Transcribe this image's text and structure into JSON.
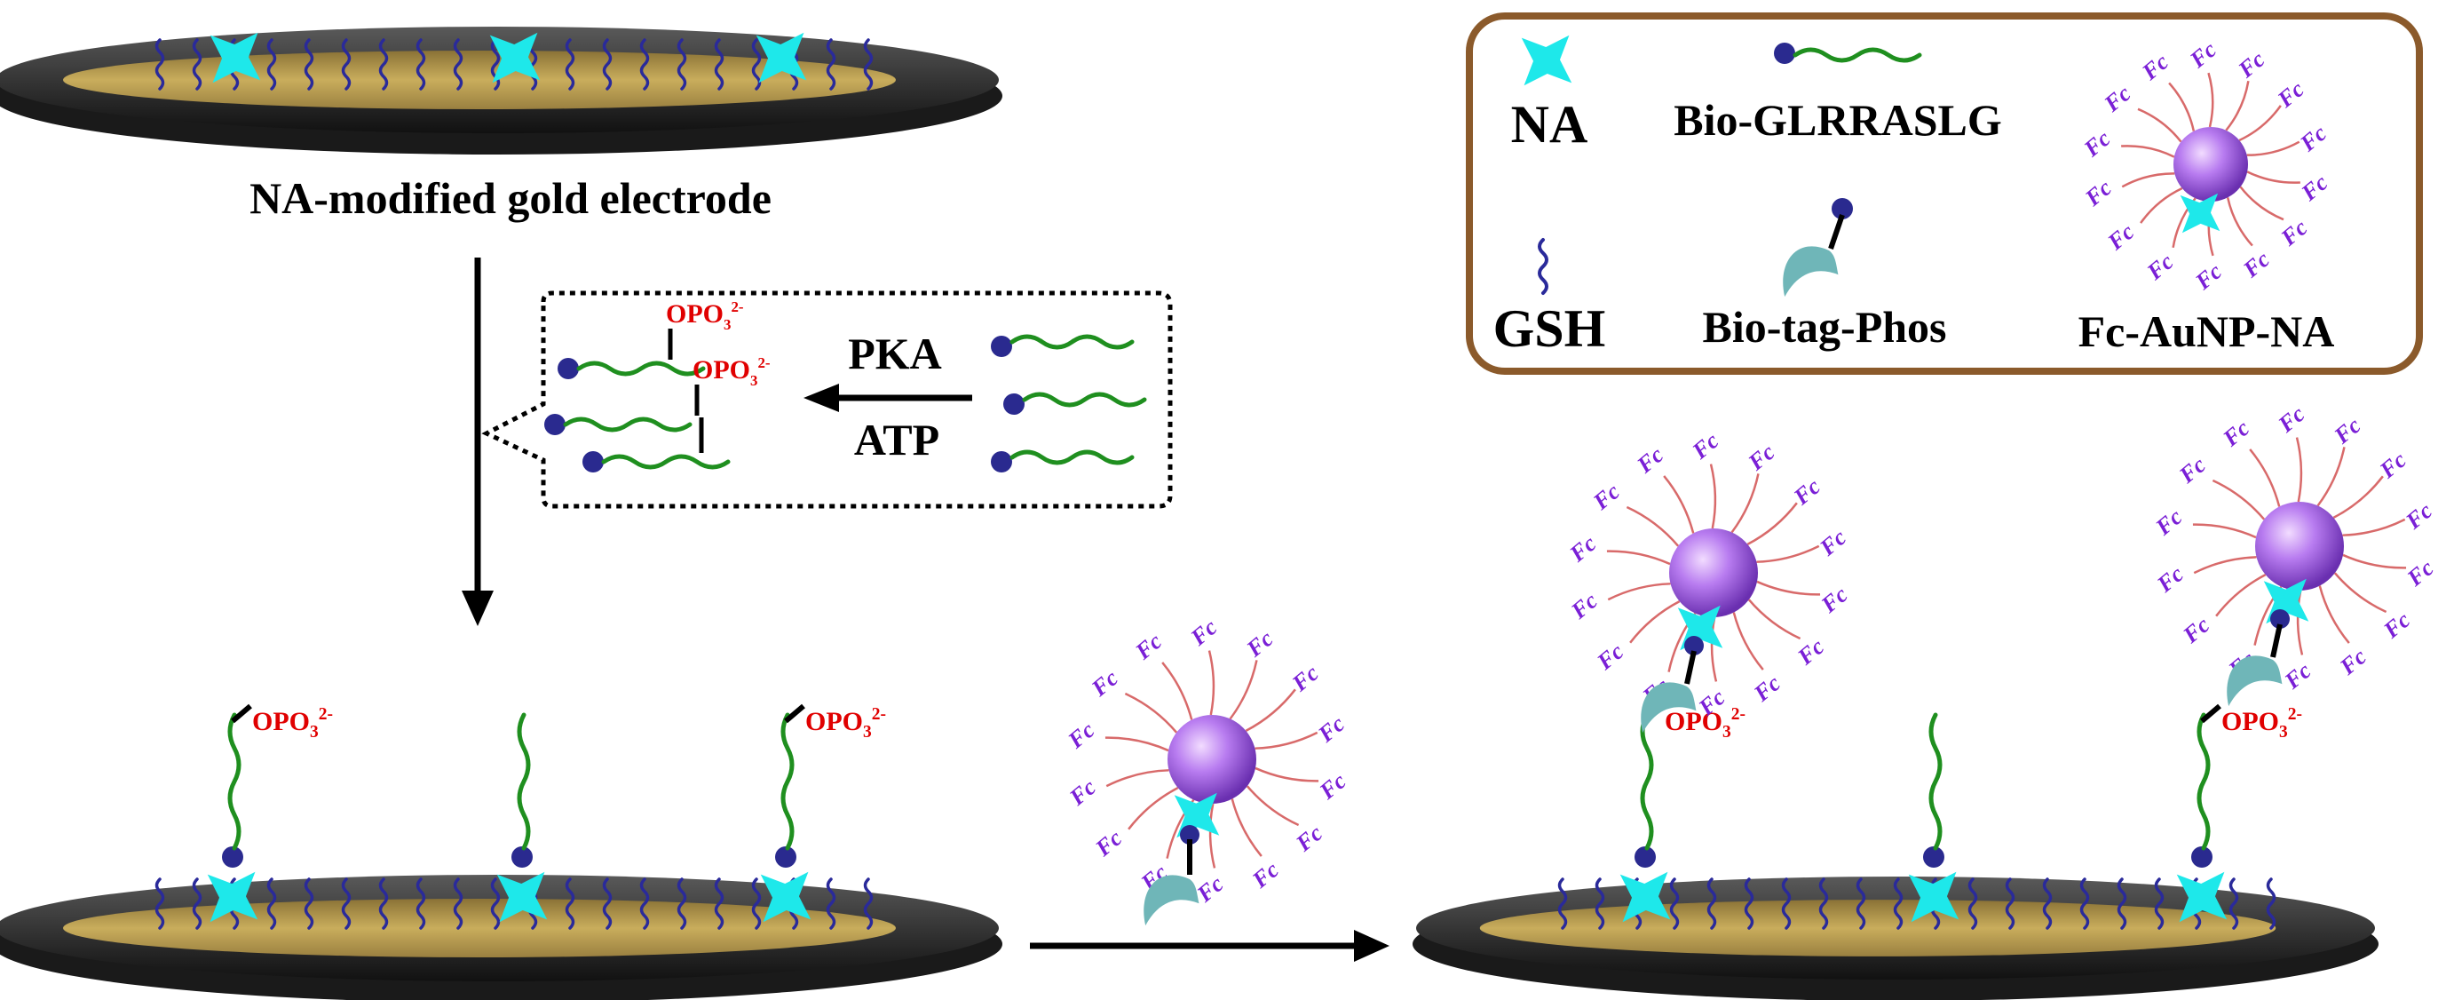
{
  "electrode": {
    "title": "NA-modified gold electrode"
  },
  "reaction": {
    "enzyme": "PKA",
    "cofactor": "ATP",
    "phosphate": "OPO",
    "phosphate_sub": "3",
    "phosphate_sup": "2-"
  },
  "legend": {
    "na": "NA",
    "peptide": "Bio-GLRRASLG",
    "fc_probe": "Fc-AuNP-NA",
    "gsh": "GSH",
    "tag": "Bio-tag-Phos"
  },
  "probe": {
    "fc": "Fc"
  },
  "colors": {
    "na_star": "#1ee8ea",
    "peptide": "#1f8f1f",
    "gsh": "#2a2a9a",
    "biotin": "#2a2a8f",
    "aunp": "#b87cf0",
    "fc_text": "#7a1fd6",
    "phosphate_text": "#e00000",
    "electrode_gold": "#b59a4a",
    "electrode_dark": "#2e2e2e",
    "legend_border": "#8b5a2b",
    "tag": "#6fb6b8"
  }
}
